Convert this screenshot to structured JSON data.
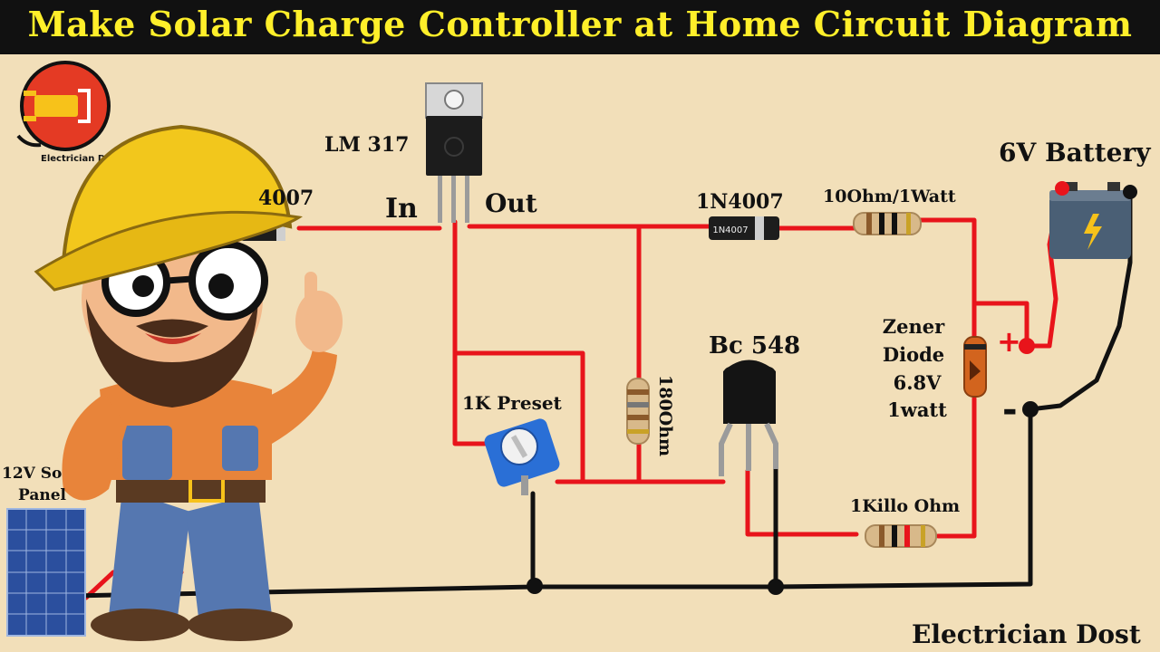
{
  "title": "Make Solar Charge Controller at Home Circuit Diagram",
  "brand_logo_text": "Electrician D",
  "labels": {
    "lm317": "LM 317",
    "in": "In",
    "out": "Out",
    "diode_left": "4007",
    "diode_mid": "1N4007",
    "diode_body": "1N4007",
    "resistor_top": "10Ohm/1Watt",
    "battery": "6V Battery",
    "zener_line1": "Zener",
    "zener_line2": "Diode",
    "zener_line3": "6.8V",
    "zener_line4": "1watt",
    "transistor": "Bc 548",
    "preset": "1K Preset",
    "resistor_vertical": "180Ohm",
    "resistor_bottom": "1Killo Ohm",
    "solar_line1": "12V So",
    "solar_line2": "Panel",
    "plus": "+",
    "minus": "-",
    "footer": "Electrician Dost"
  },
  "colors": {
    "background": "#f2dfb9",
    "title_bg": "#111111",
    "title_text": "#ffef2a",
    "positive_wire": "#e8141b",
    "negative_wire": "#111111",
    "preset_body": "#2a6fd6",
    "battery_body": "#4a5f75",
    "bolt": "#f7c21a"
  },
  "icons": [
    "plug-logo-icon",
    "engineer-mascot-icon",
    "solar-panel-icon",
    "battery-icon",
    "lightning-bolt-icon"
  ]
}
